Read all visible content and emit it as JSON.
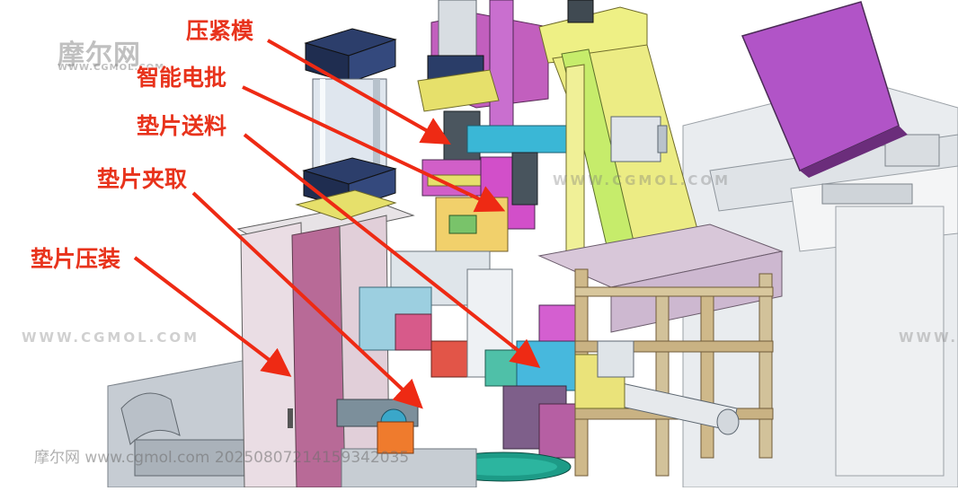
{
  "callouts": {
    "clamp_mold": "压紧模",
    "smart_screwdriver": "智能电批",
    "gasket_feed": "垫片送料",
    "gasket_pick": "垫片夹取",
    "gasket_press": "垫片压装"
  },
  "watermark": {
    "logo": "摩尔网",
    "logo_sub": "WWW.CGMOL.COM",
    "url": "WWW.CGMOL.COM",
    "footer": "摩尔网 www.cgmol.com 20250807214159342035"
  },
  "colors": {
    "callout": "#e8331c",
    "arrow": "#ee2a14"
  }
}
